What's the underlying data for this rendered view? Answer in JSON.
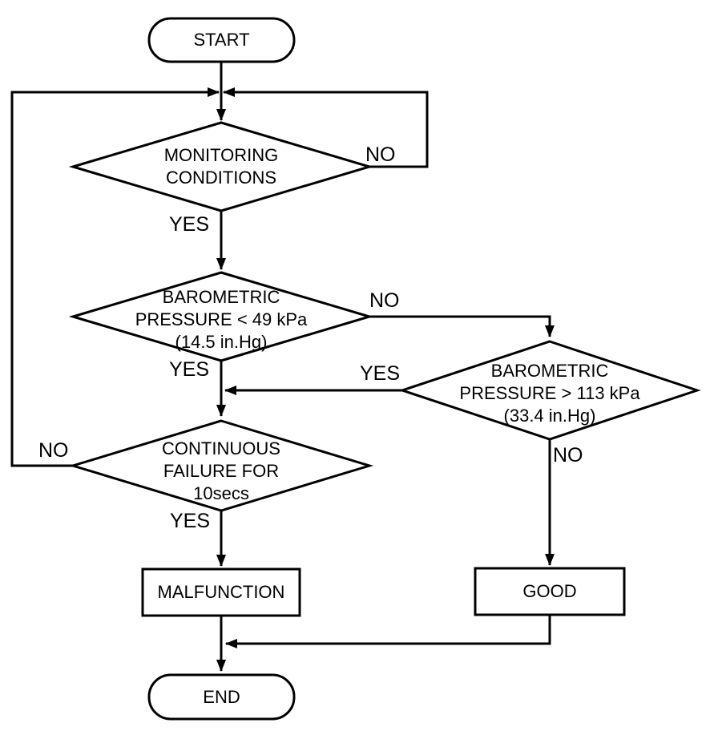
{
  "colors": {
    "line": "#000000",
    "text": "#000000",
    "background": "#ffffff"
  },
  "nodes": {
    "start": {
      "label": "START"
    },
    "monitoring": {
      "lines": [
        "MONITORING",
        "CONDITIONS"
      ]
    },
    "baro_low": {
      "lines": [
        "BAROMETRIC",
        "PRESSURE < 49 kPa",
        "(14.5 in.Hg)"
      ]
    },
    "baro_high": {
      "lines": [
        "BAROMETRIC",
        "PRESSURE > 113 kPa",
        "(33.4 in.Hg)"
      ]
    },
    "failure": {
      "lines": [
        "CONTINUOUS",
        "FAILURE FOR",
        "10secs"
      ]
    },
    "malfunction": {
      "label": "MALFUNCTION"
    },
    "good": {
      "label": "GOOD"
    },
    "end": {
      "label": "END"
    }
  },
  "edge_labels": {
    "monitoring_no": "NO",
    "monitoring_yes": "YES",
    "baro_low_no": "NO",
    "baro_low_yes": "YES",
    "baro_high_yes": "YES",
    "baro_high_no": "NO",
    "failure_no": "NO",
    "failure_yes": "YES"
  }
}
